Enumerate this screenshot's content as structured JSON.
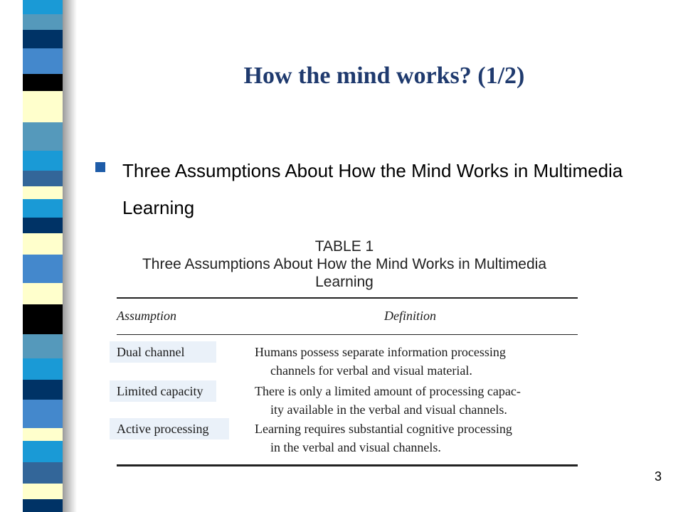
{
  "slide": {
    "title": "How the mind works? (1/2)",
    "bullet": "Three Assumptions About How the Mind Works in Multimedia Learning",
    "page_number": "3"
  },
  "table": {
    "heading_line1": "TABLE 1",
    "heading_line2": "Three Assumptions About How the Mind Works in Multimedia",
    "heading_line3": "Learning",
    "col_assumption": "Assumption",
    "col_definition": "Definition",
    "rows": [
      {
        "term": "Dual channel",
        "def_line1": "Humans possess separate information processing",
        "def_line2": "channels for verbal and visual material."
      },
      {
        "term": "Limited capacity",
        "def_line1": "There is only a limited amount of processing capac-",
        "def_line2": "ity available in the verbal and visual channels."
      },
      {
        "term": "Active processing",
        "def_line1": "Learning requires substantial cognitive processing",
        "def_line2": "in the verbal and visual channels."
      }
    ]
  },
  "colors": {
    "title": "#1f3a6e",
    "bullet_marker": "#1e5ca8",
    "term_highlight": "#eaf1f9",
    "strip": [
      "#1a9ad6",
      "#003366",
      "#336699",
      "#ffffcc",
      "#000000",
      "#4488cc",
      "#5599bb"
    ]
  }
}
